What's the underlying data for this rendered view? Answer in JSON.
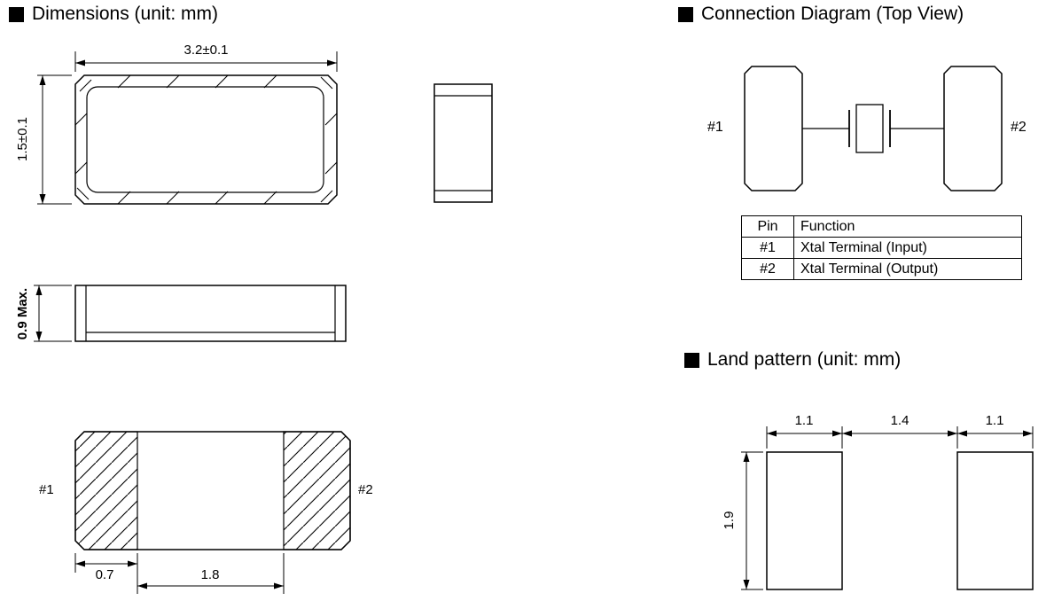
{
  "titles": {
    "dimensions": "Dimensions (unit: mm)",
    "connection": "Connection Diagram (Top View)",
    "land_pattern": "Land pattern (unit: mm)"
  },
  "dimensions_view": {
    "top_width": "3.2±0.1",
    "top_height": "1.5±0.1",
    "side_height": "0.9 Max.",
    "pad_width": "0.7",
    "pad_gap": "1.8",
    "pin1": "#1",
    "pin2": "#2"
  },
  "connection_view": {
    "pin1": "#1",
    "pin2": "#2",
    "table": {
      "headers": [
        "Pin",
        "Function"
      ],
      "rows": [
        [
          "#1",
          "Xtal Terminal (Input)"
        ],
        [
          "#2",
          "Xtal Terminal (Output)"
        ]
      ]
    }
  },
  "land_pattern_view": {
    "pad_width_left": "1.1",
    "pad_gap": "1.4",
    "pad_width_right": "1.1",
    "pad_height": "1.9"
  }
}
